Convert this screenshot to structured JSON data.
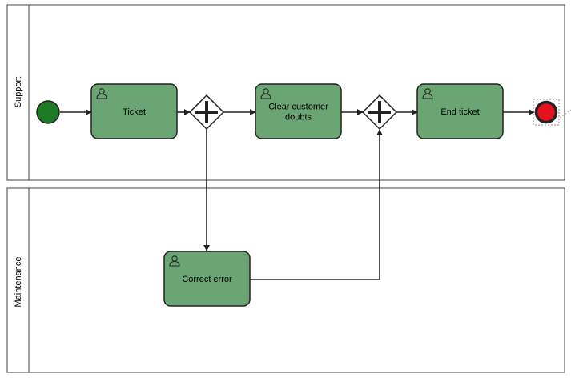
{
  "colors": {
    "task_fill": "#6aa573",
    "start_fill": "#1c7a24",
    "end_fill": "#e8101c",
    "stroke": "#222222"
  },
  "lanes": [
    {
      "id": "support",
      "label": "Support"
    },
    {
      "id": "maintenance",
      "label": "Maintenance"
    }
  ],
  "tasks": [
    {
      "id": "ticket",
      "lines": [
        "Ticket"
      ],
      "icon": "user-icon"
    },
    {
      "id": "clear-customer-doubts",
      "lines": [
        "Clear customer",
        "doubts"
      ],
      "icon": "user-icon"
    },
    {
      "id": "end-ticket",
      "lines": [
        "End ticket"
      ],
      "icon": "user-icon"
    },
    {
      "id": "correct-error",
      "lines": [
        "Correct error"
      ],
      "icon": "user-icon"
    }
  ],
  "gateways": [
    {
      "id": "split-gateway",
      "type": "parallel",
      "icon": "plus-icon"
    },
    {
      "id": "join-gateway",
      "type": "parallel",
      "icon": "plus-icon"
    }
  ],
  "events": [
    {
      "id": "start-event",
      "type": "start"
    },
    {
      "id": "end-event",
      "type": "end"
    }
  ]
}
